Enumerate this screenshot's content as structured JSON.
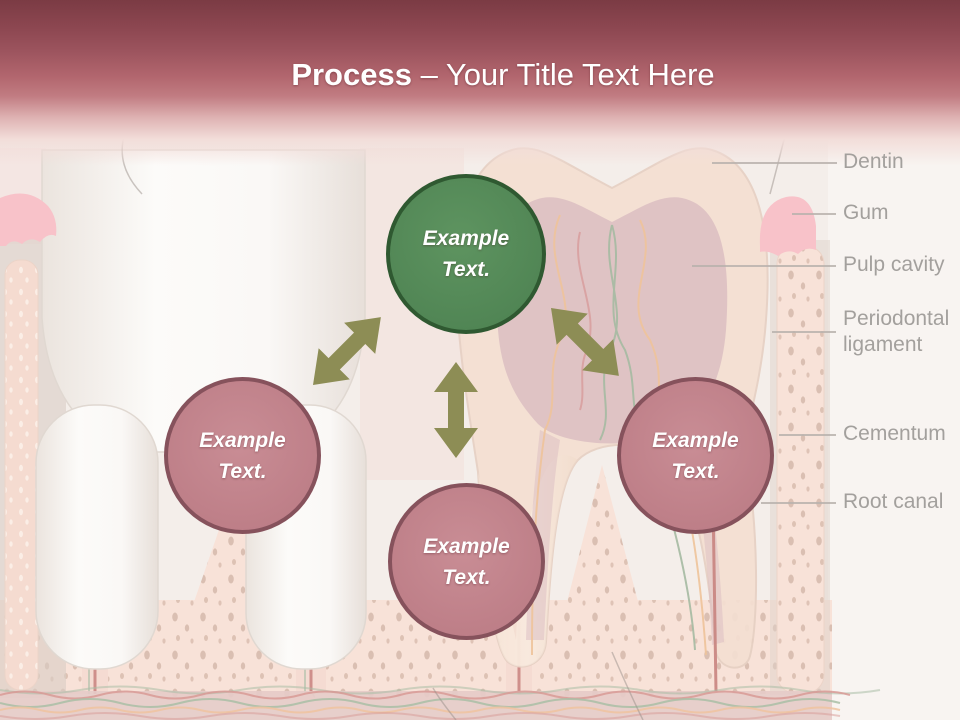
{
  "title": {
    "bold": "Process",
    "rest": " – Your Title Text Here"
  },
  "nodes": {
    "top": {
      "line1": "Example",
      "line2": "Text."
    },
    "left": {
      "line1": "Example",
      "line2": "Text."
    },
    "bottom": {
      "line1": "Example",
      "line2": "Text."
    },
    "right": {
      "line1": "Example",
      "line2": "Text."
    }
  },
  "anatomy_labels": {
    "dentin": "Dentin",
    "gum": "Gum",
    "pulp_cavity": "Pulp cavity",
    "periodontal_ligament": "Periodontal ligament",
    "cementum": "Cementum",
    "root_canal": "Root canal"
  },
  "colors": {
    "header_top": "#7b3b44",
    "header_mid": "#b2666e",
    "node_green_fill": "#518655",
    "node_green_border": "#2f5931",
    "node_pink_fill": "#bf8089",
    "node_pink_border": "#86525c",
    "arrow_olive": "#8d8d55",
    "label_text": "#a3a09d",
    "gum_pink": "#f8c2c9",
    "bone_pink": "#f8e2d8"
  }
}
